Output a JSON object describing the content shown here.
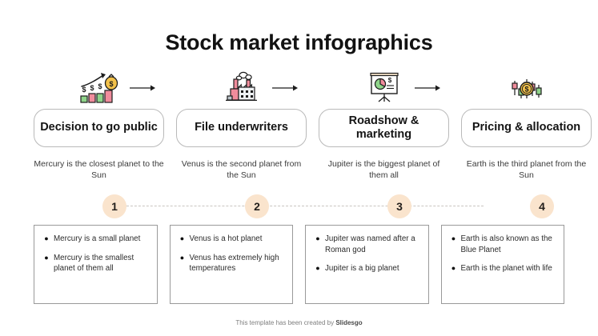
{
  "title": "Stock market infographics",
  "colors": {
    "node_fill": "#fae4cd",
    "icon_green": "#8fd48a",
    "icon_pink": "#f08c9c",
    "icon_gold": "#f2c14b",
    "box_border": "#b9b9b9",
    "dashed_line": "#c9c5c1"
  },
  "arrows": [
    {
      "name": "arrow-1-to-2",
      "glyph": "→"
    },
    {
      "name": "arrow-2-to-3",
      "glyph": "→"
    },
    {
      "name": "arrow-3-to-4",
      "glyph": "→"
    }
  ],
  "columns": [
    {
      "icon": "bar-chart-money-bag-icon",
      "heading": "Decision to go public",
      "description": "Mercury is the closest planet to the Sun",
      "number": "1",
      "bullets": [
        "Mercury is a small planet",
        "Mercury is the smallest planet of them all"
      ]
    },
    {
      "icon": "factory-icon",
      "heading": "File underwriters",
      "description": "Venus is the second planet from the Sun",
      "number": "2",
      "bullets": [
        "Venus is a hot planet",
        "Venus has extremely high temperatures"
      ]
    },
    {
      "icon": "presentation-pie-chart-icon",
      "heading": "Roadshow & marketing",
      "description": "Jupiter is the biggest planet of them all",
      "number": "3",
      "bullets": [
        "Jupiter was named after a Roman god",
        "Jupiter is a big planet"
      ]
    },
    {
      "icon": "candlestick-coin-icon",
      "heading": "Pricing & allocation",
      "description": "Earth is the third planet from the Sun",
      "number": "4",
      "bullets": [
        "Earth is also known as the Blue Planet",
        "Earth is the planet with life"
      ]
    }
  ],
  "footer": {
    "prefix": "This template has been created by ",
    "brand": "Slidesgo"
  },
  "bullet_glyph": "●"
}
